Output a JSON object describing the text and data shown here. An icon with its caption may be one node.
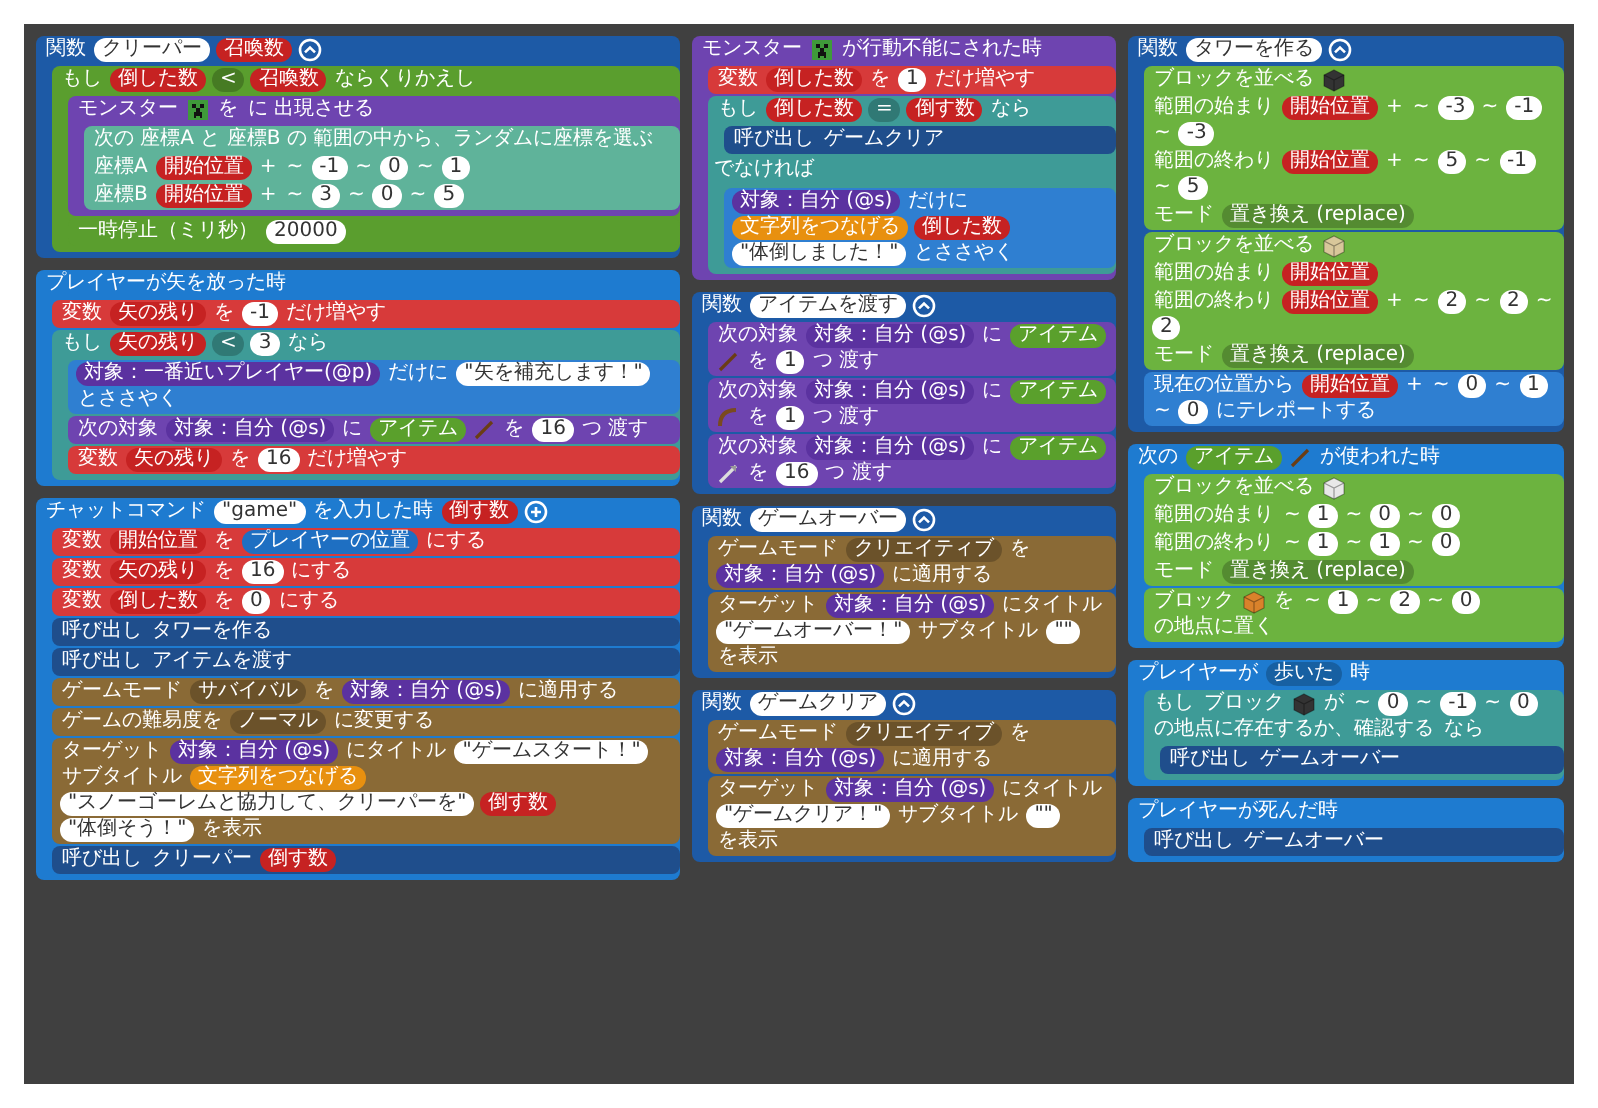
{
  "diagram": {
    "nodes": [
      {
        "text": [
          "関数",
          "クリーパー",
          "召喚数"
        ]
      },
      {
        "text": [
          "もし",
          "倒した数",
          "<",
          "召喚数",
          "ならくりかえし"
        ],
        "in": 0
      },
      {
        "text": [
          "モンスター",
          "を",
          "に 出現させる"
        ],
        "in": 1
      },
      {
        "text": [
          "次の 座標A と 座標B の 範囲の中から、ランダムに座標を選ぶ",
          "座標A",
          "開始位置",
          "+",
          "~",
          "-1",
          "~",
          "0",
          "~",
          "1",
          "座標B",
          "開始位置",
          "+",
          "~",
          "3",
          "~",
          "0",
          "~",
          "5"
        ],
        "in": 2
      },
      {
        "text": [
          "一時停止（ミリ秒）",
          "20000"
        ],
        "in": 1
      },
      {
        "text": [
          "プレイヤーが矢を放った時"
        ]
      },
      {
        "text": [
          "変数",
          "矢の残り",
          "を",
          "-1",
          "だけ増やす"
        ],
        "in": 5
      },
      {
        "text": [
          "もし",
          "矢の残り",
          "<",
          "3",
          "なら"
        ],
        "in": 5
      },
      {
        "text": [
          "対象：一番近いプレイヤー(@p)",
          "だけに",
          "\"矢を補充します！\"",
          "とささやく"
        ],
        "in": 7
      },
      {
        "text": [
          "次の対象",
          "対象：自分 (@s)",
          "に",
          "アイテム",
          "を",
          "16",
          "つ 渡す"
        ],
        "in": 7
      },
      {
        "text": [
          "変数",
          "矢の残り",
          "を",
          "16",
          "だけ増やす"
        ],
        "in": 7
      },
      {
        "text": [
          "チャットコマンド",
          "\"game\"",
          "を入力した時",
          "倒す数"
        ]
      },
      {
        "text": [
          "変数",
          "開始位置",
          "を",
          "プレイヤーの位置",
          "にする"
        ],
        "in": 11
      },
      {
        "text": [
          "変数",
          "矢の残り",
          "を",
          "16",
          "にする"
        ],
        "in": 11
      },
      {
        "text": [
          "変数",
          "倒した数",
          "を",
          "0",
          "にする"
        ],
        "in": 11
      },
      {
        "text": [
          "呼び出し",
          "タワーを作る"
        ],
        "in": 11
      },
      {
        "text": [
          "呼び出し",
          "アイテムを渡す"
        ],
        "in": 11
      },
      {
        "text": [
          "ゲームモード",
          "サバイバル",
          "を",
          "対象：自分 (@s)",
          "に適用する"
        ],
        "in": 11
      },
      {
        "text": [
          "ゲームの難易度を",
          "ノーマル",
          "に変更する"
        ],
        "in": 11
      },
      {
        "text": [
          "ターゲット",
          "対象：自分 (@s)",
          "にタイトル",
          "\"ゲームスタート！\"",
          "サブタイトル",
          "文字列をつなげる",
          "\"スノーゴーレムと協力して、クリーパーを\"",
          "倒す数",
          "\"体倒そう！\"",
          "を表示"
        ],
        "in": 11
      },
      {
        "text": [
          "呼び出し",
          "クリーパー",
          "倒す数"
        ],
        "in": 11
      },
      {
        "text": [
          "関数",
          "ゲームオーバー"
        ]
      },
      {
        "text": [
          "ゲームモード",
          "クリエイティブ",
          "を",
          "対象：自分 (@s)",
          "に適用する"
        ],
        "in": 21
      },
      {
        "text": [
          "ターゲット",
          "対象：自分 (@s)",
          "にタイトル",
          "\"ゲームオーバー！\"",
          "サブタイトル",
          "\"\"",
          "を表示"
        ],
        "in": 21
      },
      {
        "text": [
          "関数",
          "ゲームクリア"
        ]
      },
      {
        "text": [
          "ゲームモード",
          "クリエイティブ",
          "を",
          "対象：自分 (@s)",
          "に適用する"
        ],
        "in": 24
      },
      {
        "text": [
          "ターゲット",
          "対象：自分 (@s)",
          "にタイトル",
          "\"ゲームクリア！\"",
          "サブタイトル",
          "\"\"",
          "を表示"
        ],
        "in": 24
      },
      {
        "text": [
          "モンスター",
          "が行動不能にされた時"
        ]
      },
      {
        "text": [
          "変数",
          "倒した数",
          "を",
          "1",
          "だけ増やす"
        ],
        "in": 27
      },
      {
        "text": [
          "もし",
          "倒した数",
          "=",
          "倒す数",
          "なら",
          "でなければ"
        ],
        "in": 27
      },
      {
        "text": [
          "呼び出し",
          "ゲームクリア"
        ],
        "in": 29
      },
      {
        "text": [
          "対象：自分 (@s)",
          "だけに",
          "文字列をつなげる",
          "倒した数",
          "\"体倒しました！\"",
          "とささやく"
        ],
        "in": 29
      },
      {
        "text": [
          "関数",
          "アイテムを渡す"
        ]
      },
      {
        "text": [
          "次の対象",
          "対象：自分 (@s)",
          "に",
          "アイテム",
          "を",
          "1",
          "つ 渡す"
        ],
        "in": 32
      },
      {
        "text": [
          "次の対象",
          "対象：自分 (@s)",
          "に",
          "アイテム",
          "を",
          "1",
          "つ 渡す"
        ],
        "in": 32
      },
      {
        "text": [
          "次の対象",
          "対象：自分 (@s)",
          "に",
          "アイテム",
          "を",
          "16",
          "つ 渡す"
        ],
        "in": 32
      },
      {
        "text": [
          "関数",
          "タワーを作る"
        ]
      },
      {
        "text": [
          "ブロックを並べる",
          "範囲の始まり",
          "開始位置",
          "+",
          "~",
          "-3",
          "~",
          "-1",
          "~",
          "-3",
          "範囲の終わり",
          "開始位置",
          "+",
          "~",
          "5",
          "~",
          "-1",
          "~",
          "5",
          "モード",
          "置き換え (replace)"
        ],
        "in": 36
      },
      {
        "text": [
          "ブロックを並べる",
          "範囲の始まり",
          "開始位置",
          "範囲の終わり",
          "開始位置",
          "+",
          "~",
          "2",
          "~",
          "2",
          "~",
          "2",
          "モード",
          "置き換え (replace)"
        ],
        "in": 36
      },
      {
        "text": [
          "現在の位置から",
          "開始位置",
          "+",
          "~",
          "0",
          "~",
          "1",
          "~",
          "0",
          "にテレポートする"
        ],
        "in": 36
      },
      {
        "text": [
          "次の",
          "アイテム",
          "が使われた時"
        ]
      },
      {
        "text": [
          "ブロックを並べる",
          "範囲の始まり",
          "~",
          "1",
          "~",
          "0",
          "~",
          "0",
          "範囲の終わり",
          "~",
          "1",
          "~",
          "1",
          "~",
          "0",
          "モード",
          "置き換え (replace)"
        ],
        "in": 40
      },
      {
        "text": [
          "ブロック",
          "を",
          "~",
          "1",
          "~",
          "2",
          "~",
          "0",
          "の地点に置く"
        ],
        "in": 40
      },
      {
        "text": [
          "プレイヤーが",
          "歩いた",
          "時"
        ]
      },
      {
        "text": [
          "もし",
          "ブロック",
          "が",
          "~",
          "0",
          "~",
          "-1",
          "~",
          "0",
          "の地点に存在するか、確認する",
          "なら"
        ],
        "in": 43
      },
      {
        "text": [
          "呼び出し",
          "ゲームオーバー"
        ],
        "in": 44
      },
      {
        "text": [
          "プレイヤーが死んだ時"
        ]
      },
      {
        "text": [
          "呼び出し",
          "ゲームオーバー"
        ],
        "in": 46
      }
    ]
  }
}
